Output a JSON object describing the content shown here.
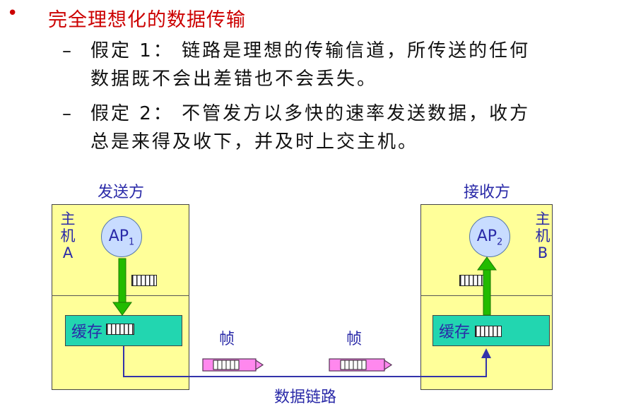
{
  "bullet": "•",
  "heading": "完全理想化的数据传输",
  "assumptions": [
    {
      "dash": "–",
      "line1": "假定 1： 链路是理想的传输信道，所传送的任何",
      "line2": "数据既不会出差错也不会丢失。"
    },
    {
      "dash": "–",
      "line1": "假定 2： 不管发方以多快的速率发送数据，收方",
      "line2": "总是来得及收下，并及时上交主机。"
    }
  ],
  "diagram": {
    "sender_label": "发送方",
    "receiver_label": "接收方",
    "sender_host": [
      "主",
      "机",
      "A"
    ],
    "receiver_host": [
      "主",
      "机",
      "B"
    ],
    "sender_ap": {
      "text": "AP",
      "sub": "1"
    },
    "receiver_ap": {
      "text": "AP",
      "sub": "2"
    },
    "buffer_label": "缓存",
    "frame_label_1": "帧",
    "frame_label_2": "帧",
    "link_label": "数据链路"
  },
  "colors": {
    "heading": "#cc0000",
    "label": "#2a2aa8",
    "host_fill": "#ffff99",
    "buffer_fill": "#22d6b0",
    "arrow_green": "#22bb00",
    "frame_fill": "#ff88ee",
    "link_line": "#3333aa"
  }
}
